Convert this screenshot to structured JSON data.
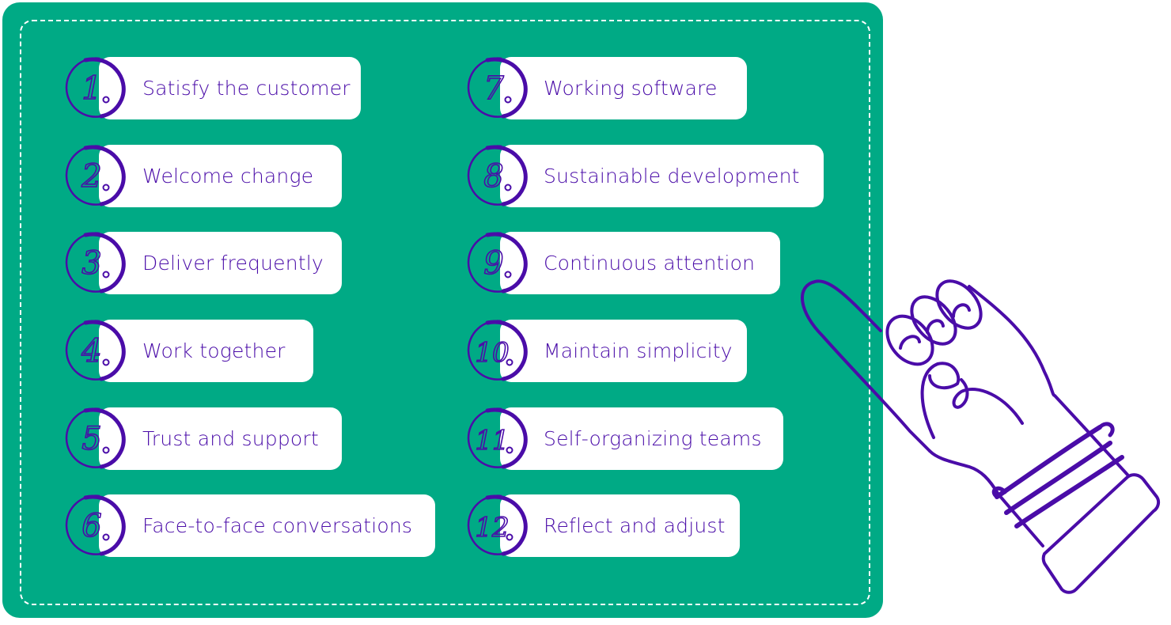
{
  "colors": {
    "board": "#00aa85",
    "accent": "#4a0ca8",
    "pill": "#ffffff",
    "dashed_border": "#ffffff"
  },
  "principles": [
    {
      "number": "1",
      "label": "Satisfy the customer"
    },
    {
      "number": "2",
      "label": "Welcome change"
    },
    {
      "number": "3",
      "label": "Deliver frequently"
    },
    {
      "number": "4",
      "label": "Work together"
    },
    {
      "number": "5",
      "label": "Trust and support"
    },
    {
      "number": "6",
      "label": "Face-to-face conversations"
    },
    {
      "number": "7",
      "label": "Working software"
    },
    {
      "number": "8",
      "label": "Sustainable development"
    },
    {
      "number": "9",
      "label": "Continuous attention"
    },
    {
      "number": "10",
      "label": "Maintain simplicity"
    },
    {
      "number": "11",
      "label": "Self-organizing teams"
    },
    {
      "number": "12",
      "label": "Reflect and adjust"
    }
  ],
  "illustration": {
    "icon": "pointing-hand-icon"
  }
}
